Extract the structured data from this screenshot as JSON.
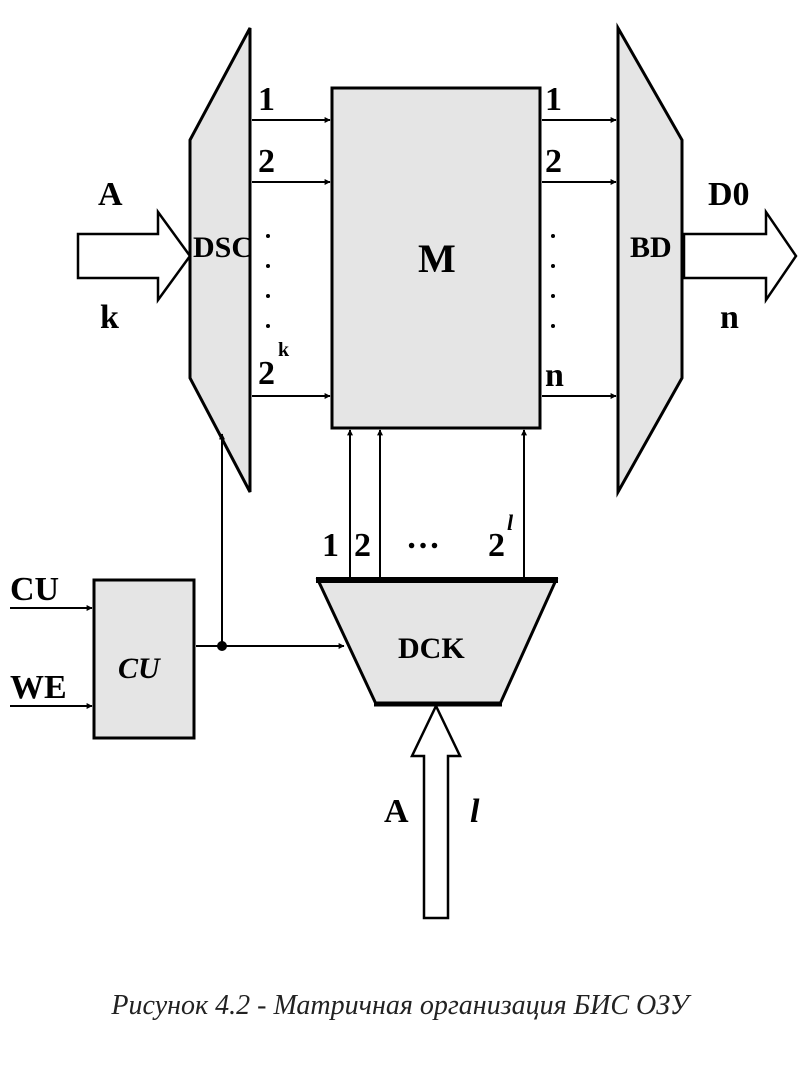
{
  "blocks": {
    "dsc": "DSC",
    "matrix": "M",
    "bd": "BD",
    "dck": "DCK",
    "cu": "CU"
  },
  "inputs": {
    "address_a": "A",
    "address_k": "k",
    "address_a2": "A",
    "address_l": "l",
    "cu_in": "CU",
    "we_in": "WE"
  },
  "outputs": {
    "data_out": "D0",
    "data_n": "n"
  },
  "dsc_lines": {
    "first": "1",
    "second": "2",
    "last_base": "2",
    "last_exp": "k"
  },
  "matrix_out_lines": {
    "first": "1",
    "second": "2",
    "last": "n"
  },
  "dck_lines": {
    "first": "1",
    "second": "2",
    "ellipsis": "…",
    "last_base": "2",
    "last_exp": "l"
  },
  "caption": "Рисунок 4.2 - Матричная организация БИС ОЗУ"
}
